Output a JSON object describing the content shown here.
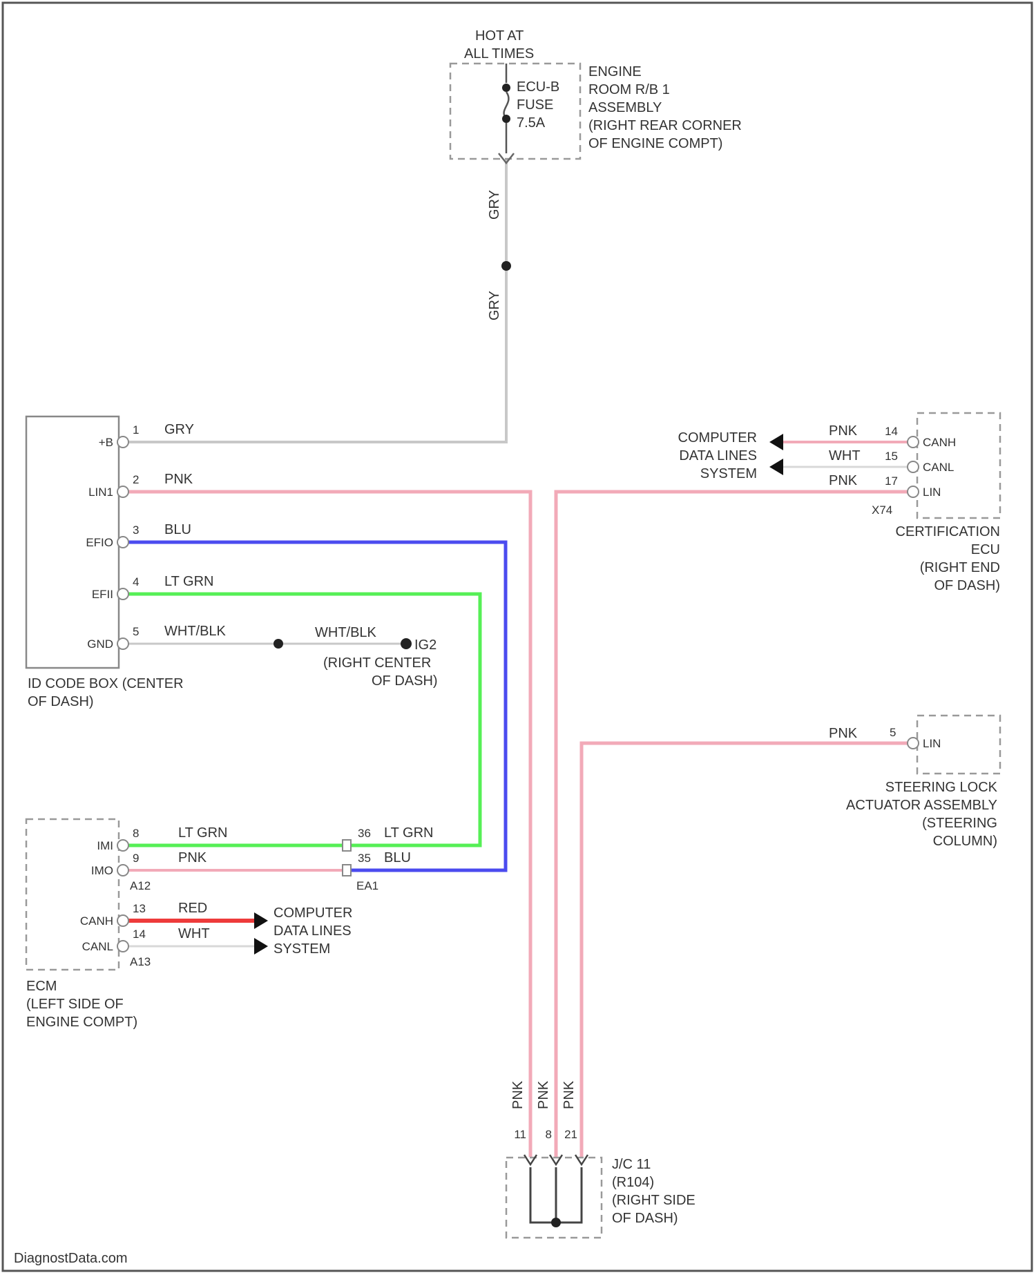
{
  "colors": {
    "GRY": "#c8c8c8",
    "PNK": "#f2aab8",
    "BLU": "#4b4bef",
    "LT GRN": "#55ef55",
    "WHT/BLK": "#c8c8c8",
    "RED": "#ee3b3b",
    "WHT": "#d8d8d8",
    "frame": "#555555",
    "text": "#333333"
  },
  "power": {
    "line1": "HOT AT",
    "line2": "ALL TIMES"
  },
  "fuse": {
    "name": "ECU-B",
    "line2": "FUSE",
    "rating": "7.5A"
  },
  "engine_room_rb": {
    "line1": "ENGINE",
    "line2": "ROOM R/B 1",
    "line3": "ASSEMBLY",
    "line4": "(RIGHT REAR CORNER",
    "line5": "OF ENGINE COMPT)"
  },
  "fuse_wire": {
    "upper": "GRY",
    "lower": "GRY"
  },
  "id_code_box": {
    "pins": [
      {
        "name": "+B",
        "num": "1",
        "wire": "GRY"
      },
      {
        "name": "LIN1",
        "num": "2",
        "wire": "PNK"
      },
      {
        "name": "EFIO",
        "num": "3",
        "wire": "BLU"
      },
      {
        "name": "EFII",
        "num": "4",
        "wire": "LT GRN"
      },
      {
        "name": "GND",
        "num": "5",
        "wire": "WHT/BLK"
      }
    ],
    "caption1": "ID CODE BOX (CENTER",
    "caption2": "OF DASH)"
  },
  "ground": {
    "wire": "WHT/BLK",
    "id": "IG2",
    "line2": "(RIGHT CENTER",
    "line3": "OF DASH)"
  },
  "ecm": {
    "pins": [
      {
        "name": "IMI",
        "num": "8",
        "wire": "LT GRN"
      },
      {
        "name": "IMO",
        "num": "9",
        "wire": "PNK"
      },
      {
        "name": "CANH",
        "num": "13",
        "wire": "RED"
      },
      {
        "name": "CANL",
        "num": "14",
        "wire": "WHT"
      }
    ],
    "connector_a": "A12",
    "connector_b": "A13",
    "caption1": "ECM",
    "caption2": "(LEFT SIDE OF",
    "caption3": "ENGINE COMPT)"
  },
  "inline_connector": {
    "pins": [
      {
        "num": "36",
        "wire": "LT GRN"
      },
      {
        "num": "35",
        "wire": "BLU"
      }
    ],
    "id": "EA1"
  },
  "cdl_left": {
    "line1": "COMPUTER",
    "line2": "DATA LINES",
    "line3": "SYSTEM"
  },
  "cdl_right": {
    "line1": "COMPUTER",
    "line2": "DATA LINES",
    "line3": "SYSTEM"
  },
  "cert_ecu": {
    "pins": [
      {
        "name": "CANH",
        "num": "14",
        "wire": "PNK"
      },
      {
        "name": "CANL",
        "num": "15",
        "wire": "WHT"
      },
      {
        "name": "LIN",
        "num": "17",
        "wire": "PNK"
      }
    ],
    "id": "X74",
    "caption1": "CERTIFICATION",
    "caption2": "ECU",
    "caption3": "(RIGHT END",
    "caption4": "OF DASH)"
  },
  "steering_lock": {
    "pin": {
      "name": "LIN",
      "num": "5",
      "wire": "PNK"
    },
    "caption1": "STEERING LOCK",
    "caption2": "ACTUATOR ASSEMBLY",
    "caption3": "(STEERING",
    "caption4": "COLUMN)"
  },
  "junction": {
    "wires": [
      "PNK",
      "PNK",
      "PNK"
    ],
    "pins": [
      "11",
      "8",
      "21"
    ],
    "id": "J/C 11",
    "line2": "(R104)",
    "line3": "(RIGHT SIDE",
    "line4": "OF DASH)"
  },
  "watermark": "DiagnostData.com"
}
